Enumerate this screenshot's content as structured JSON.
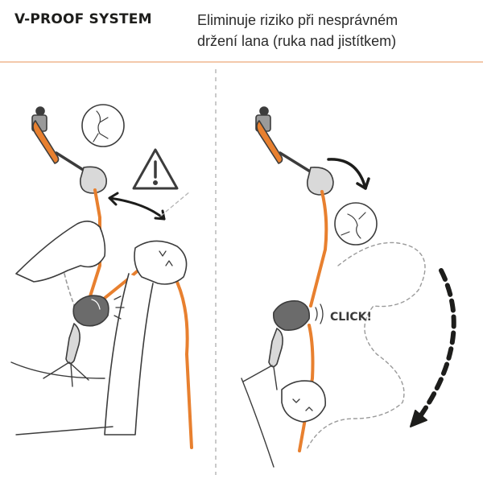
{
  "header": {
    "title": "V-PROOF SYSTEM",
    "subtitle_line1": "Eliminuje riziko při nesprávném",
    "subtitle_line2": "držení lana (ruka nad jistítkem)"
  },
  "panel_right": {
    "click_label": "CLICK!"
  },
  "colors": {
    "rope": "#e8802f",
    "outline": "#3c3c3c",
    "rule": "#f3c9ab",
    "dashed": "#b8b8b8",
    "arrow": "#1d1d1b"
  },
  "icons": [
    "warning-icon",
    "climber-icon",
    "falling-climber-icon",
    "curved-arrow-icon",
    "dashed-arrow-icon"
  ]
}
